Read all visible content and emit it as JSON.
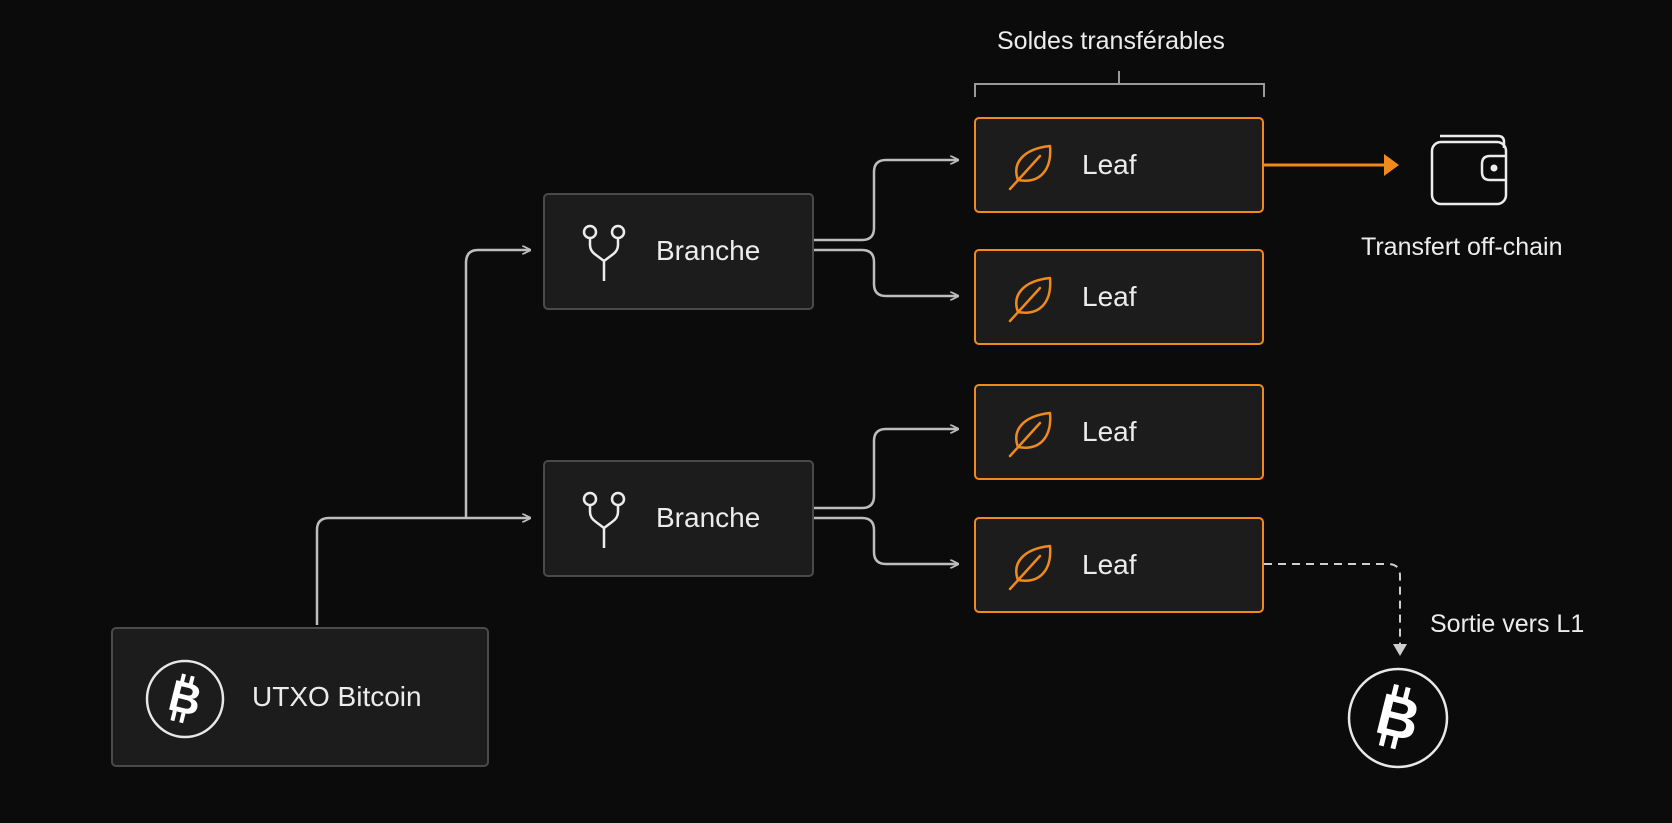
{
  "diagram": {
    "root": {
      "label": "UTXO Bitcoin",
      "icon": "bitcoin-icon"
    },
    "branches": [
      {
        "label": "Branche",
        "icon": "fork-icon"
      },
      {
        "label": "Branche",
        "icon": "fork-icon"
      }
    ],
    "leaves": [
      {
        "label": "Leaf",
        "icon": "leaf-icon"
      },
      {
        "label": "Leaf",
        "icon": "leaf-icon"
      },
      {
        "label": "Leaf",
        "icon": "leaf-icon"
      },
      {
        "label": "Leaf",
        "icon": "leaf-icon"
      }
    ],
    "bracket_label": "Soldes transférables",
    "offchain": {
      "label": "Transfert off-chain",
      "icon": "wallet-icon"
    },
    "exit": {
      "label": "Sortie vers L1",
      "icon": "bitcoin-icon"
    }
  },
  "colors": {
    "background": "#0b0b0b",
    "node_fill": "#1c1c1c",
    "node_border": "#4a4a4a",
    "accent": "#f08a1c",
    "connector": "#bdbdbd",
    "text": "#ececec"
  }
}
